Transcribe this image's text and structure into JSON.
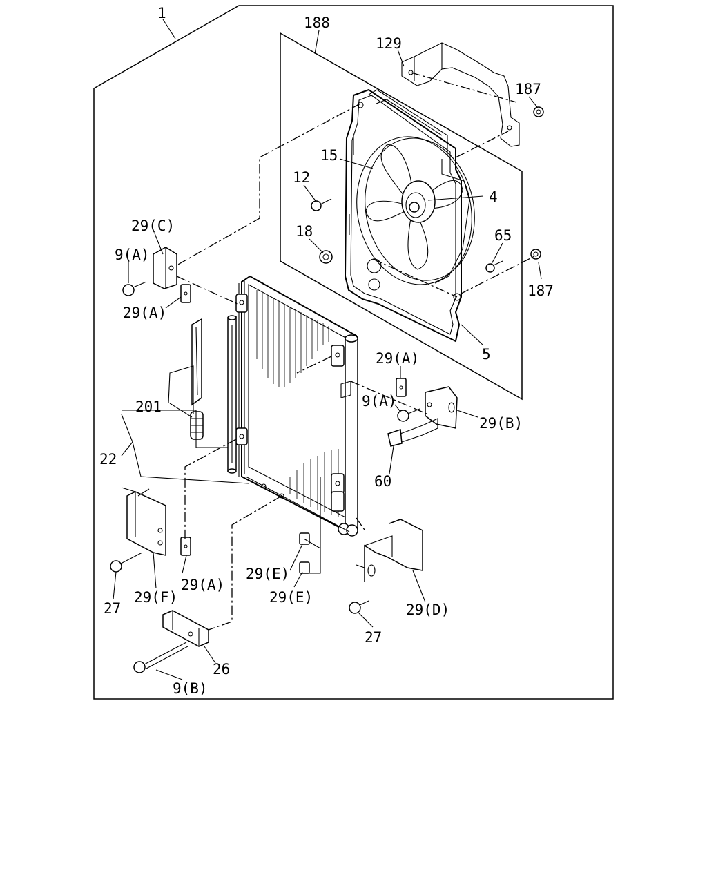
{
  "labels": {
    "l1": "1",
    "l188": "188",
    "l129": "129",
    "l187a": "187",
    "l187b": "187",
    "l15": "15",
    "l12": "12",
    "l4": "4",
    "l18": "18",
    "l65": "65",
    "l5": "5",
    "l29c": "29(C)",
    "l9a1": "9(A)",
    "l29a1": "29(A)",
    "l29a2": "29(A)",
    "l9a2": "9(A)",
    "l29b": "29(B)",
    "l201": "201",
    "l22": "22",
    "l60": "60",
    "l29e1": "29(E)",
    "l29e2": "29(E)",
    "l29a3": "29(A)",
    "l29f": "29(F)",
    "l27a": "27",
    "l27b": "27",
    "l29d": "29(D)",
    "l26": "26",
    "l9b": "9(B)"
  }
}
